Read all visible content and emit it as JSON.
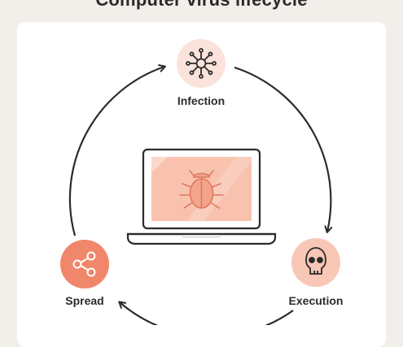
{
  "title": "Computer virus lifecycle",
  "stages": [
    {
      "label": "Infection",
      "icon": "virus-icon"
    },
    {
      "label": "Execution",
      "icon": "skull-icon"
    },
    {
      "label": "Spread",
      "icon": "share-icon"
    }
  ],
  "center": {
    "icon": "bug-icon",
    "device": "laptop-icon"
  },
  "colors": {
    "background": "#f2efeb",
    "card": "#ffffff",
    "infection_circle": "#fbe3dc",
    "execution_circle": "#f8c7b5",
    "spread_circle": "#f0876a",
    "screen": "#f8c2ae",
    "outline": "#2b2b2b"
  }
}
